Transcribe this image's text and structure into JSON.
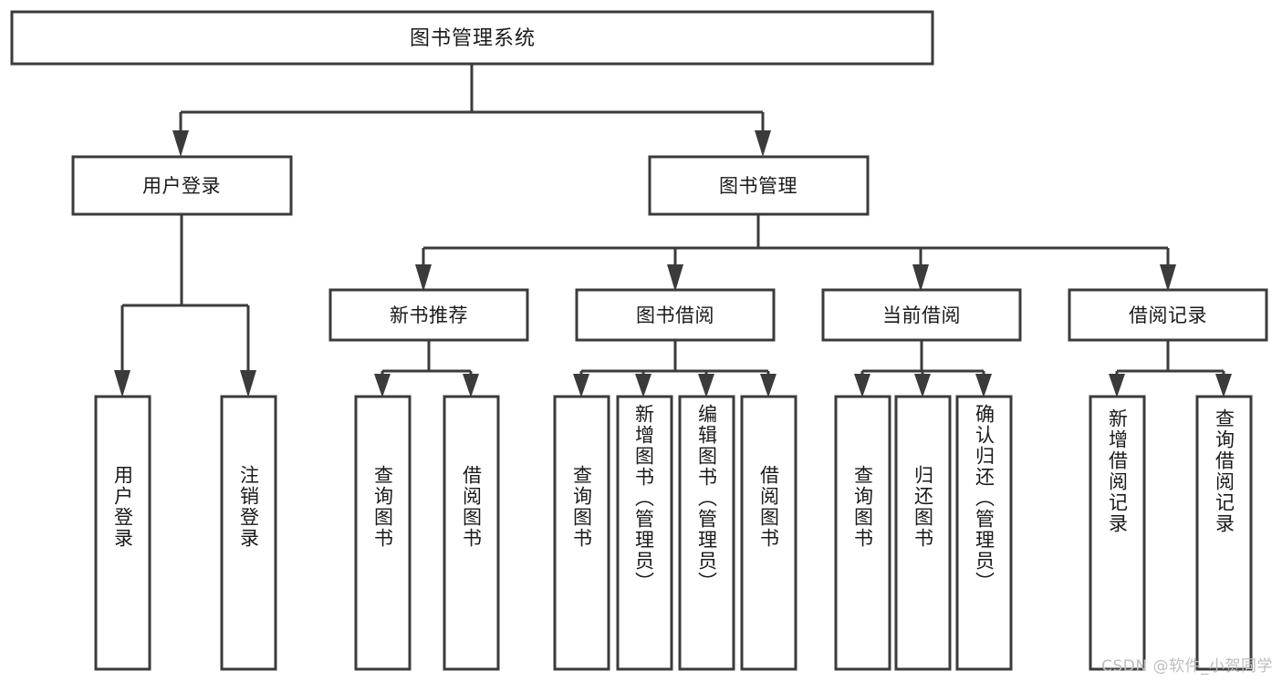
{
  "diagram": {
    "title": "图书管理系统",
    "type": "tree-hierarchy",
    "root": {
      "label": "图书管理系统"
    },
    "level1": [
      {
        "label": "用户登录"
      },
      {
        "label": "图书管理"
      }
    ],
    "level2": [
      {
        "label": "新书推荐"
      },
      {
        "label": "图书借阅"
      },
      {
        "label": "当前借阅"
      },
      {
        "label": "借阅记录"
      }
    ],
    "leaves": {
      "user_login": [
        {
          "label": "用户登录"
        },
        {
          "label": "注销登录"
        }
      ],
      "new_book_recommend": [
        {
          "label": "查询图书"
        },
        {
          "label": "借阅图书"
        }
      ],
      "book_borrow": [
        {
          "label": "查询图书"
        },
        {
          "label": "新增图书（管理员）"
        },
        {
          "label": "编辑图书（管理员）"
        },
        {
          "label": "借阅图书"
        }
      ],
      "current_borrow": [
        {
          "label": "查询图书"
        },
        {
          "label": "归还图书"
        },
        {
          "label": "确认归还（管理员）"
        }
      ],
      "borrow_record": [
        {
          "label": "新增借阅记录"
        },
        {
          "label": "查询借阅记录"
        }
      ]
    }
  },
  "watermark": {
    "text": "CSDN @软件_小贺同学"
  },
  "colors": {
    "background": "#ffffff",
    "stroke": "#3b3b3b",
    "box_fill": "#ffffff",
    "text": "#1a1a1a",
    "watermark": "#bdbdbd"
  }
}
